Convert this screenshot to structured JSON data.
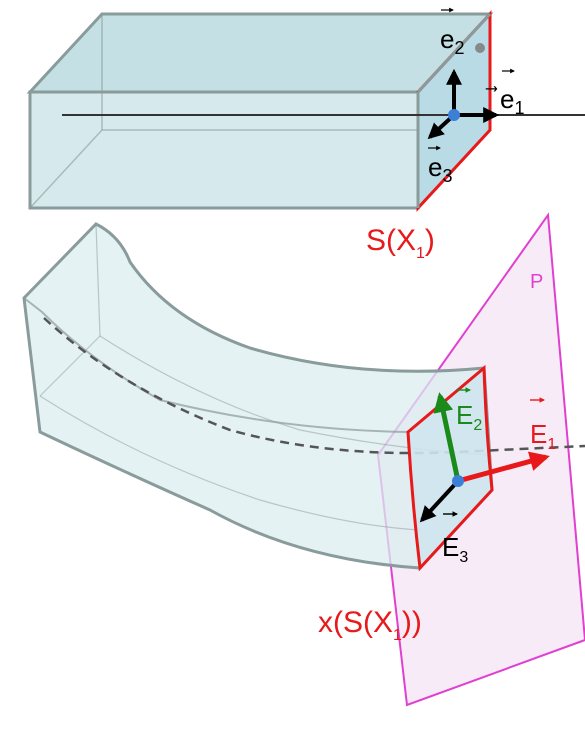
{
  "diagram": {
    "top": {
      "basis": {
        "e1": "e",
        "e1_sub": "1",
        "e2": "e",
        "e2_sub": "2",
        "e3": "e",
        "e3_sub": "3"
      },
      "section_label": "S(X",
      "section_label_sub": "1",
      "section_label_close": ")"
    },
    "bottom": {
      "plane_label": "P",
      "basis": {
        "E1": "E",
        "E1_sub": "1",
        "E2": "E",
        "E2_sub": "2",
        "E3": "E",
        "E3_sub": "3"
      },
      "section_label": "x(S(X",
      "section_label_sub": "1",
      "section_label_close": "))"
    },
    "colors": {
      "box_fill": "#cfe6ea",
      "box_edge": "#8a9b9b",
      "section": "#e8191a",
      "plane_stroke": "#e040d0",
      "plane_fill": "#f6e6f6",
      "E2": "#1a8a1a",
      "point": "#3b7fd6"
    }
  }
}
